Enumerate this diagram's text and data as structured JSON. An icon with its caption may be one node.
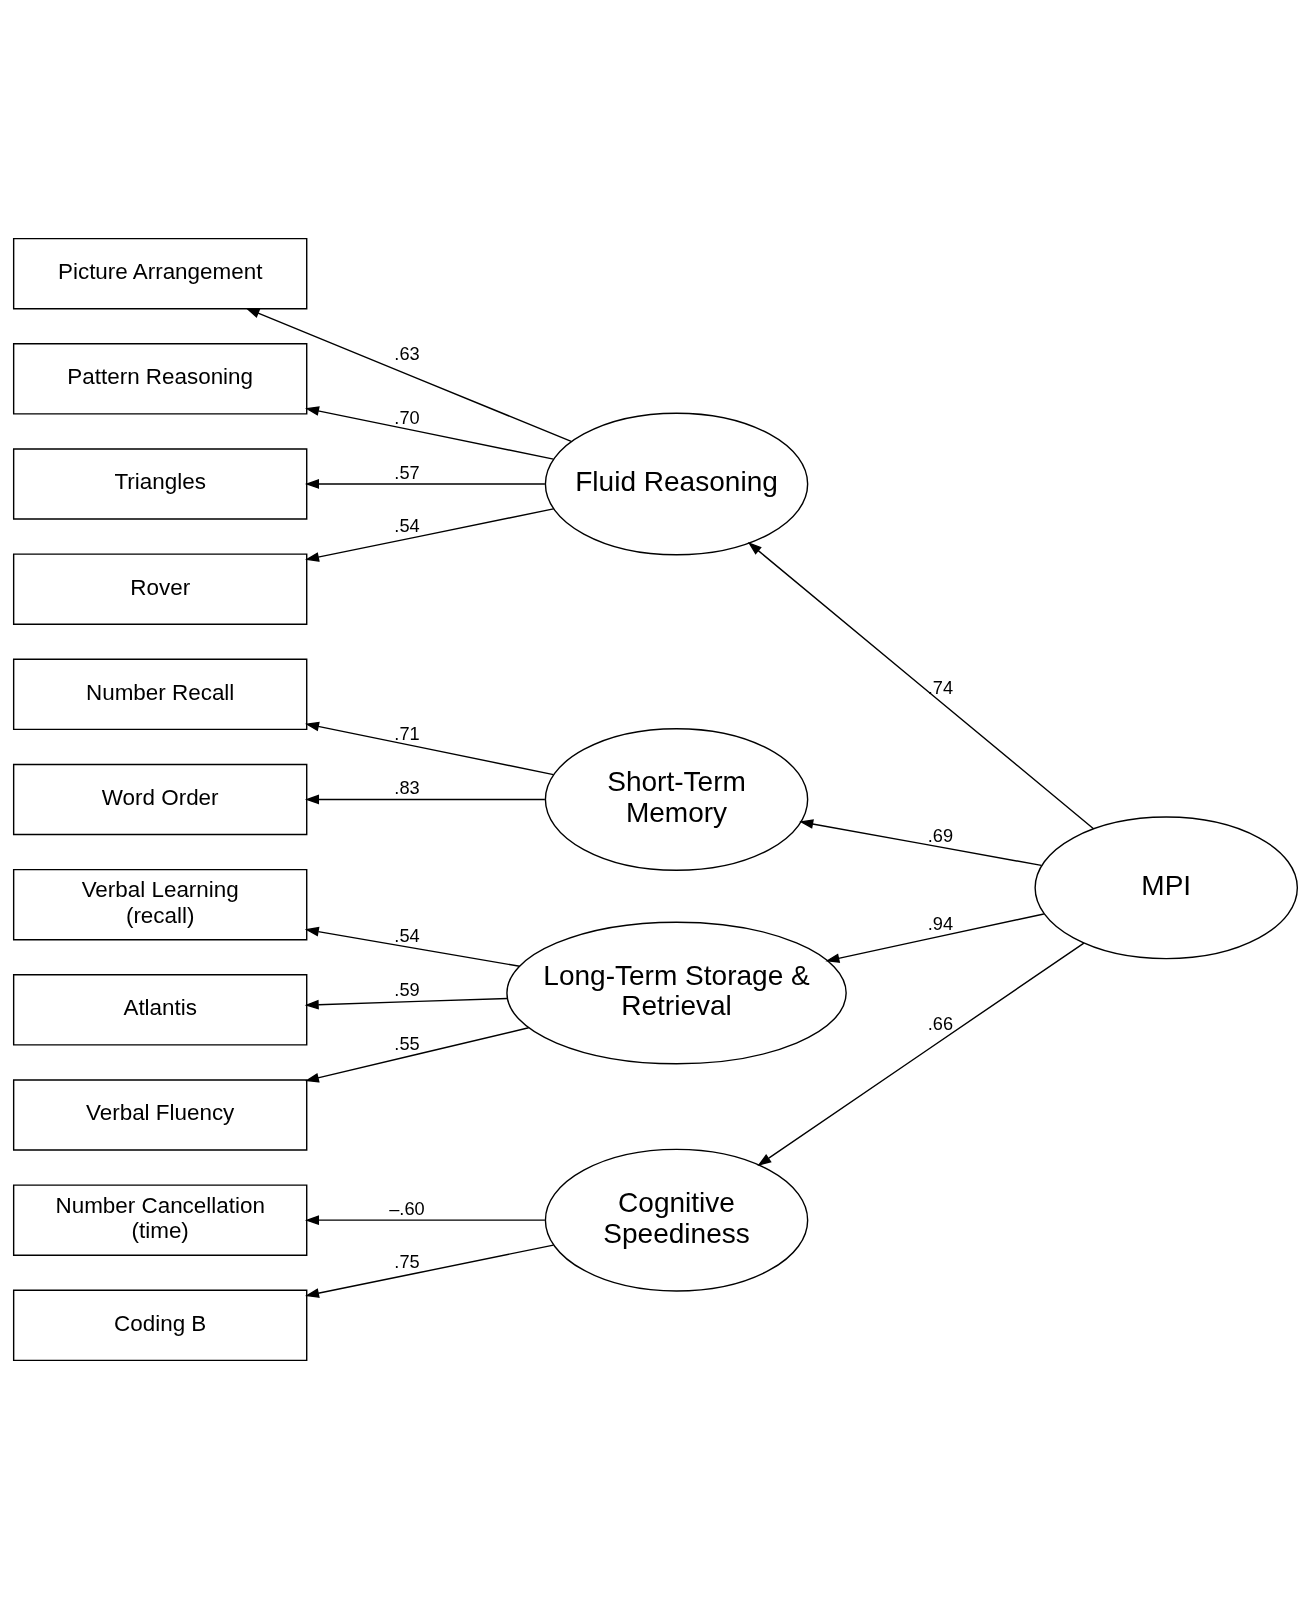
{
  "diagram": {
    "nodes": [
      {
        "text": [
          "Picture Arrangement"
        ]
      },
      {
        "text": [
          "Pattern Reasoning"
        ]
      },
      {
        "text": [
          "Triangles"
        ]
      },
      {
        "text": [
          "Rover"
        ]
      },
      {
        "text": [
          "Fluid Reasoning"
        ]
      },
      {
        "text": [
          "Number Recall"
        ]
      },
      {
        "text": [
          "Word Order"
        ]
      },
      {
        "text": [
          "Short-Term Memory"
        ]
      },
      {
        "text": [
          "MPI"
        ]
      },
      {
        "text": [
          "Verbal Learning (recall)"
        ]
      },
      {
        "text": [
          "Atlantis"
        ]
      },
      {
        "text": [
          "Verbal Fluency"
        ]
      },
      {
        "text": [
          "Long-Term Storage & Retrieval"
        ]
      },
      {
        "text": [
          "Number Cancellation (time)"
        ]
      },
      {
        "text": [
          "Coding B"
        ]
      },
      {
        "text": [
          "Cognitive Speediness"
        ]
      }
    ],
    "edges": [
      {
        "from": 8,
        "to": 4,
        "arrow": "to",
        "label": ".74"
      },
      {
        "from": 8,
        "to": 7,
        "arrow": "to",
        "label": ".69"
      },
      {
        "from": 8,
        "to": 12,
        "arrow": "to",
        "label": ".94"
      },
      {
        "from": 8,
        "to": 15,
        "arrow": "to",
        "label": ".66"
      },
      {
        "from": 4,
        "to": 0,
        "arrow": "to",
        "label": ".63"
      },
      {
        "from": 4,
        "to": 1,
        "arrow": "to",
        "label": ".70"
      },
      {
        "from": 4,
        "to": 2,
        "arrow": "to",
        "label": ".57"
      },
      {
        "from": 4,
        "to": 3,
        "arrow": "to",
        "label": ".54"
      },
      {
        "from": 7,
        "to": 5,
        "arrow": "to",
        "label": ".71"
      },
      {
        "from": 7,
        "to": 6,
        "arrow": "to",
        "label": ".83"
      },
      {
        "from": 12,
        "to": 9,
        "arrow": "to",
        "label": ".54"
      },
      {
        "from": 12,
        "to": 10,
        "arrow": "to",
        "label": ".59"
      },
      {
        "from": 12,
        "to": 11,
        "arrow": "to",
        "label": ".55"
      },
      {
        "from": 15,
        "to": 13,
        "arrow": "to",
        "label": "–.60"
      },
      {
        "from": 15,
        "to": 14,
        "arrow": "to",
        "label": ".75"
      }
    ]
  }
}
